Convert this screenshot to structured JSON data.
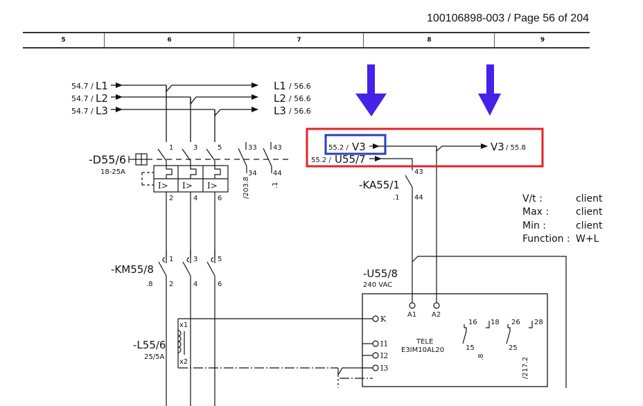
{
  "header": {
    "document_ref": "100106898-003 / Page 56 of 204"
  },
  "columns": [
    "5",
    "6",
    "7",
    "8",
    "9"
  ],
  "highlights": {
    "arrow_color": "#4422e8",
    "red_box_color": "#e8202a",
    "blue_box_color": "#2a3fc0"
  },
  "phase_refs": {
    "in": [
      {
        "ref": "54.7 /",
        "label": "L1"
      },
      {
        "ref": "54.7 /",
        "label": "L2"
      },
      {
        "ref": "54.7 /",
        "label": "L3"
      }
    ],
    "out": [
      {
        "label": "L1",
        "ref": "/ 56.6"
      },
      {
        "label": "L2",
        "ref": "/ 56.6"
      },
      {
        "label": "L3",
        "ref": "/ 56.6"
      }
    ]
  },
  "control_refs": {
    "v3_in": {
      "ref": "55.2 /",
      "label": "V3"
    },
    "u55_in": {
      "ref": "55.2 /",
      "label": "U55/7"
    },
    "v3_out": {
      "label": "V3",
      "ref": "/ 55.8"
    }
  },
  "breaker": {
    "tag": "-D55/6",
    "rating": "18-25A",
    "terminals_top": [
      "1",
      "3",
      "5"
    ],
    "terminals_bottom": [
      "2",
      "4",
      "6"
    ],
    "trip_label": "I>",
    "aux1_top": "33",
    "aux1_bottom": "34",
    "aux1_ref": "/203.8",
    "aux2_top": "43",
    "aux2_bottom": "44",
    "aux2_ref": ".1"
  },
  "relay_ka": {
    "tag": "-KA55/1",
    "ref": ".1",
    "terminal_top": "43",
    "terminal_bottom": "44"
  },
  "settings": {
    "rows": [
      {
        "key": "V/t  :",
        "value": "client"
      },
      {
        "key": "Max  :",
        "value": "client"
      },
      {
        "key": "Min :",
        "value": "client"
      },
      {
        "key": "Function :",
        "value": "W+L"
      }
    ]
  },
  "contactor": {
    "tag": "-KM55/8",
    "ref": ".8",
    "terminals_top": [
      "1",
      "3",
      "5"
    ],
    "terminals_bottom": [
      "2",
      "4",
      "6"
    ]
  },
  "monitor": {
    "tag": "-U55/8",
    "voltage": "240 VAC",
    "terminal_a1": "A1",
    "terminal_a2": "A2",
    "terminal_k": "K",
    "terminal_i1": "I1",
    "terminal_i2": "I2",
    "terminal_i3": "I3",
    "brand": "TELE",
    "model": "E3IM10AL20",
    "contact_16": "16",
    "contact_18": "18",
    "contact_15": "15",
    "contact_26": "26",
    "contact_28": "28",
    "contact_25": "25",
    "ref_8": ".8",
    "ref_217": "/217.2"
  },
  "current_transformer": {
    "tag": "-L55/6",
    "ratio": "25/5A",
    "x1": "x1",
    "x2": "x2"
  }
}
